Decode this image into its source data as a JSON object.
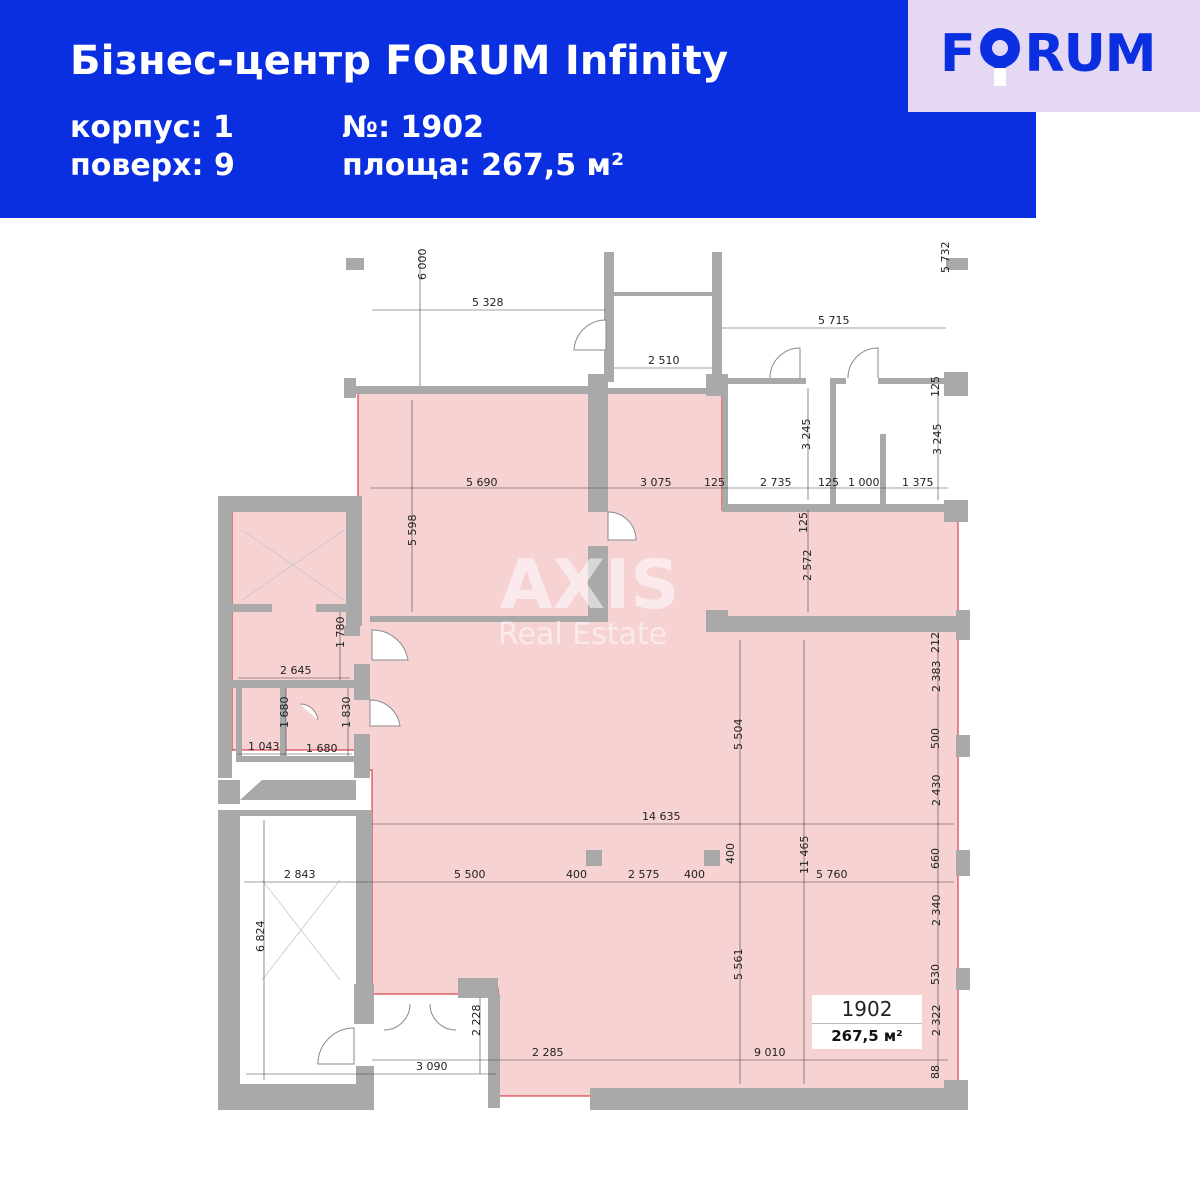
{
  "header": {
    "title": "Бізнес-центр FORUM Infinity",
    "korpus_label": "корпус:",
    "korpus_value": "1",
    "poverkh_label": "поверх:",
    "poverkh_value": "9",
    "number_label": "№:",
    "number_value": "1902",
    "area_label": "площа:",
    "area_value": "267,5 м²"
  },
  "logo": {
    "left": "F",
    "right": "RUM"
  },
  "watermark": {
    "line1": "AXIS",
    "line2": "Real Estate"
  },
  "unit_label": {
    "number": "1902",
    "area": "267,5 м²"
  },
  "colors": {
    "header_bg": "#0a2fe0",
    "logo_bg": "#e4d8f4",
    "unit_fill": "#f6d2d3",
    "wall": "#a8a8a8"
  },
  "dimensions": {
    "d6000": "6 000",
    "d5328": "5 328",
    "d5732": "5 732",
    "d5715": "5 715",
    "d2510": "2 510",
    "d125a": "125",
    "d3245a": "3 245",
    "d3245b": "3 245",
    "d5690": "5 690",
    "d3075": "3 075",
    "d125b": "125",
    "d2735": "2 735",
    "d125c": "125",
    "d1000": "1 000",
    "d1375": "1 375",
    "d5598": "5 598",
    "d125d": "125",
    "d2572": "2 572",
    "d1780": "1 780",
    "d2645": "2 645",
    "d212": "212",
    "d2383": "2 383",
    "d1680a": "1 680",
    "d1830": "1 830",
    "d1043": "1 043",
    "d1680b": "1 680",
    "d5504": "5 504",
    "d500": "500",
    "d2430": "2 430",
    "d14635": "14 635",
    "d400a": "400",
    "d660": "660",
    "d2843": "2 843",
    "d5500": "5 500",
    "d400b": "400",
    "d2575": "2 575",
    "d400c": "400",
    "d11465": "11 465",
    "d5760": "5 760",
    "d2340": "2 340",
    "d6824": "6 824",
    "d5561": "5 561",
    "d530": "530",
    "d2228": "2 228",
    "d2322": "2 322",
    "d2285": "2 285",
    "d9010": "9 010",
    "d3090": "3 090",
    "d88": "88"
  }
}
